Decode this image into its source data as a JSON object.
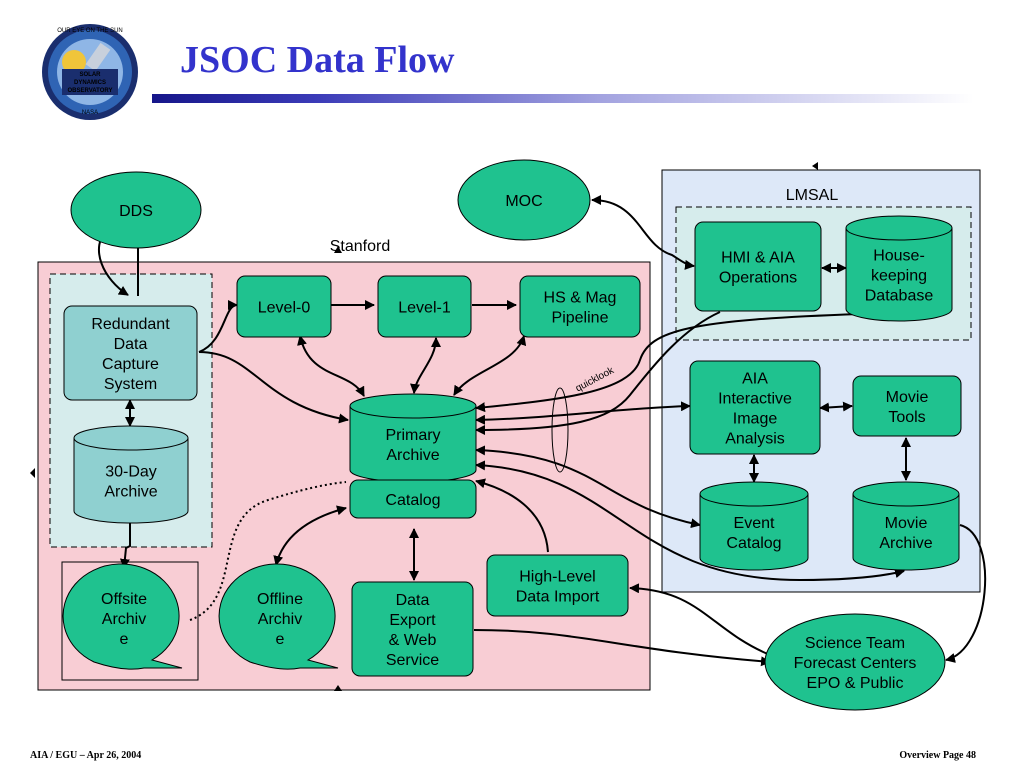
{
  "slide": {
    "title": "JSOC Data Flow",
    "footer_left": "AIA / EGU – Apr 26, 2004",
    "footer_right": "Overview Page 48",
    "logo_text": [
      "OUR EYE ON THE SUN",
      "SOLAR",
      "DYNAMICS",
      "OBSERVATORY",
      "NASA"
    ]
  },
  "colors": {
    "node_fill": "#1fc28f",
    "capture_fill": "#8fd0d0",
    "stanford_bg": "#f8cdd4",
    "lmsal_bg": "#dde8f8",
    "title": "#3333cc"
  },
  "regions": {
    "stanford": "Stanford",
    "lmsal": "LMSAL"
  },
  "nodes": {
    "dds": [
      "DDS"
    ],
    "moc": [
      "MOC"
    ],
    "redundant_capture": [
      "Redundant",
      "Data",
      "Capture",
      "System"
    ],
    "archive_30day": [
      "30-Day",
      "Archive"
    ],
    "offsite_archive": [
      "Offsite",
      "Archiv",
      "e"
    ],
    "offline_archive": [
      "Offline",
      "Archiv",
      "e"
    ],
    "level0": [
      "Level-0"
    ],
    "level1": [
      "Level-1"
    ],
    "hs_mag": [
      "HS & Mag",
      "Pipeline"
    ],
    "primary_archive": [
      "Primary",
      "Archive"
    ],
    "catalog": [
      "Catalog"
    ],
    "data_export": [
      "Data",
      "Export",
      "& Web",
      "Service"
    ],
    "high_level_import": [
      "High-Level",
      "Data Import"
    ],
    "hmi_aia_ops": [
      "HMI & AIA",
      "Operations"
    ],
    "housekeeping_db": [
      "House-",
      "keeping",
      "Database"
    ],
    "aia_analysis": [
      "AIA",
      "Interactive",
      "Image",
      "Analysis"
    ],
    "movie_tools": [
      "Movie",
      "Tools"
    ],
    "event_catalog": [
      "Event",
      "Catalog"
    ],
    "movie_archive": [
      "Movie",
      "Archive"
    ],
    "science_team": [
      "Science Team",
      "Forecast Centers",
      "EPO & Public"
    ]
  },
  "labels": {
    "quicklook": "quicklook"
  }
}
